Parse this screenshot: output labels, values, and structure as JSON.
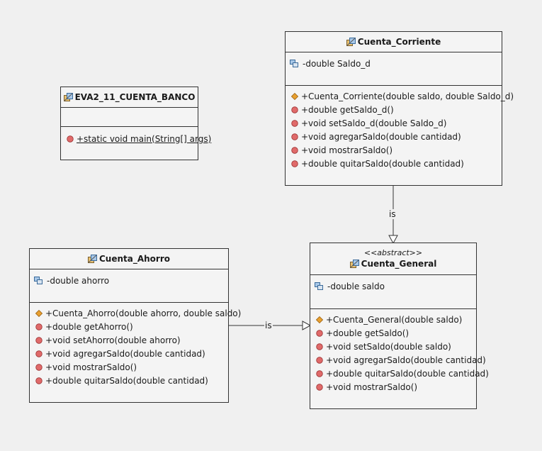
{
  "classes": {
    "banco": {
      "name": "EVA2_11_CUENTA_BANCO",
      "attributes": [],
      "operations": [
        {
          "text": "+static void main(String[] args)",
          "kind": "method",
          "static": true
        }
      ]
    },
    "corriente": {
      "name": "Cuenta_Corriente",
      "attributes": [
        {
          "text": "-double Saldo_d"
        }
      ],
      "operations": [
        {
          "text": "+Cuenta_Corriente(double saldo, double Saldo_d)",
          "kind": "constructor"
        },
        {
          "text": "+double getSaldo_d()",
          "kind": "method"
        },
        {
          "text": "+void setSaldo_d(double Saldo_d)",
          "kind": "method"
        },
        {
          "text": "+void agregarSaldo(double cantidad)",
          "kind": "method"
        },
        {
          "text": "+void mostrarSaldo()",
          "kind": "method"
        },
        {
          "text": "+double quitarSaldo(double cantidad)",
          "kind": "method"
        }
      ]
    },
    "ahorro": {
      "name": "Cuenta_Ahorro",
      "attributes": [
        {
          "text": "-double ahorro"
        }
      ],
      "operations": [
        {
          "text": "+Cuenta_Ahorro(double ahorro, double saldo)",
          "kind": "constructor"
        },
        {
          "text": "+double getAhorro()",
          "kind": "method"
        },
        {
          "text": "+void setAhorro(double ahorro)",
          "kind": "method"
        },
        {
          "text": "+void agregarSaldo(double cantidad)",
          "kind": "method"
        },
        {
          "text": "+void mostrarSaldo()",
          "kind": "method"
        },
        {
          "text": "+double quitarSaldo(double cantidad)",
          "kind": "method"
        }
      ]
    },
    "general": {
      "stereotype": "<<abstract>>",
      "name": "Cuenta_General",
      "attributes": [
        {
          "text": "-double saldo"
        }
      ],
      "operations": [
        {
          "text": "+Cuenta_General(double saldo)",
          "kind": "constructor"
        },
        {
          "text": "+double getSaldo()",
          "kind": "method"
        },
        {
          "text": "+void setSaldo(double saldo)",
          "kind": "method"
        },
        {
          "text": "+void agregarSaldo(double cantidad)",
          "kind": "method"
        },
        {
          "text": "+double quitarSaldo(double cantidad)",
          "kind": "method"
        },
        {
          "text": "+void mostrarSaldo()",
          "kind": "method"
        }
      ]
    }
  },
  "relations": [
    {
      "from": "corriente",
      "to": "general",
      "type": "generalization",
      "label": "is"
    },
    {
      "from": "ahorro",
      "to": "general",
      "type": "generalization",
      "label": "is"
    }
  ],
  "colors": {
    "box_fill": "#f4f4f4",
    "border": "#333333",
    "canvas": "#f0f0f0",
    "method_icon": "#e06a6a",
    "constructor_icon": "#e8a030",
    "field_icon": "#4a7ab8"
  }
}
